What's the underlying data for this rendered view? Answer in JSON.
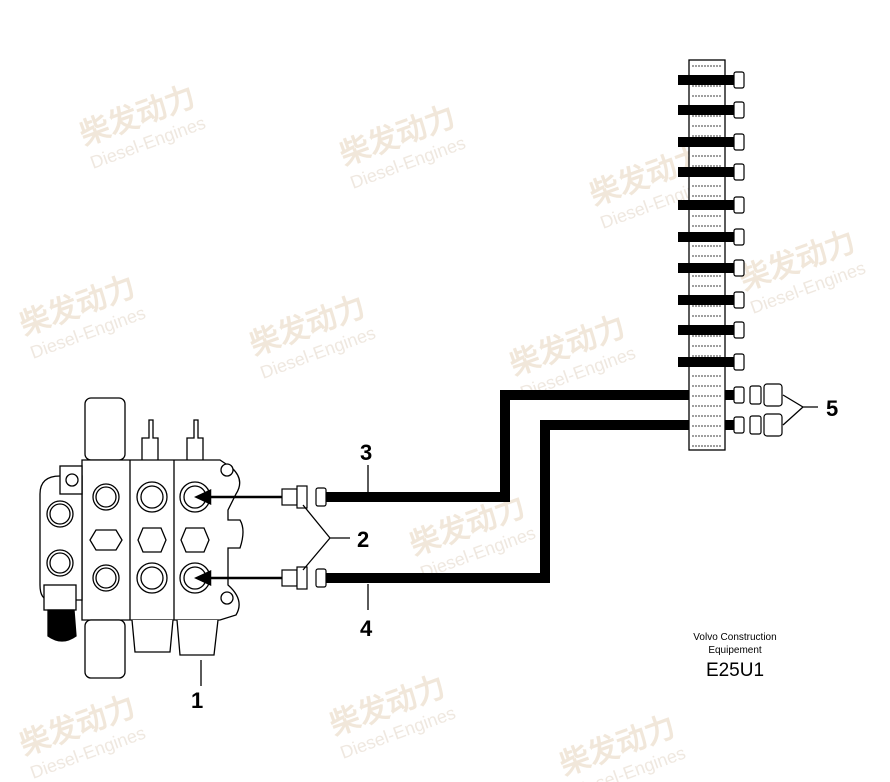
{
  "watermark": {
    "brand_cn": "柴发动力",
    "brand_en": "Diesel-Engines"
  },
  "callouts": [
    "1",
    "2",
    "3",
    "4",
    "5"
  ],
  "footer": {
    "company_line1": "Volvo Construction",
    "company_line2": "Equipement",
    "drawing_code": "E25U1"
  }
}
